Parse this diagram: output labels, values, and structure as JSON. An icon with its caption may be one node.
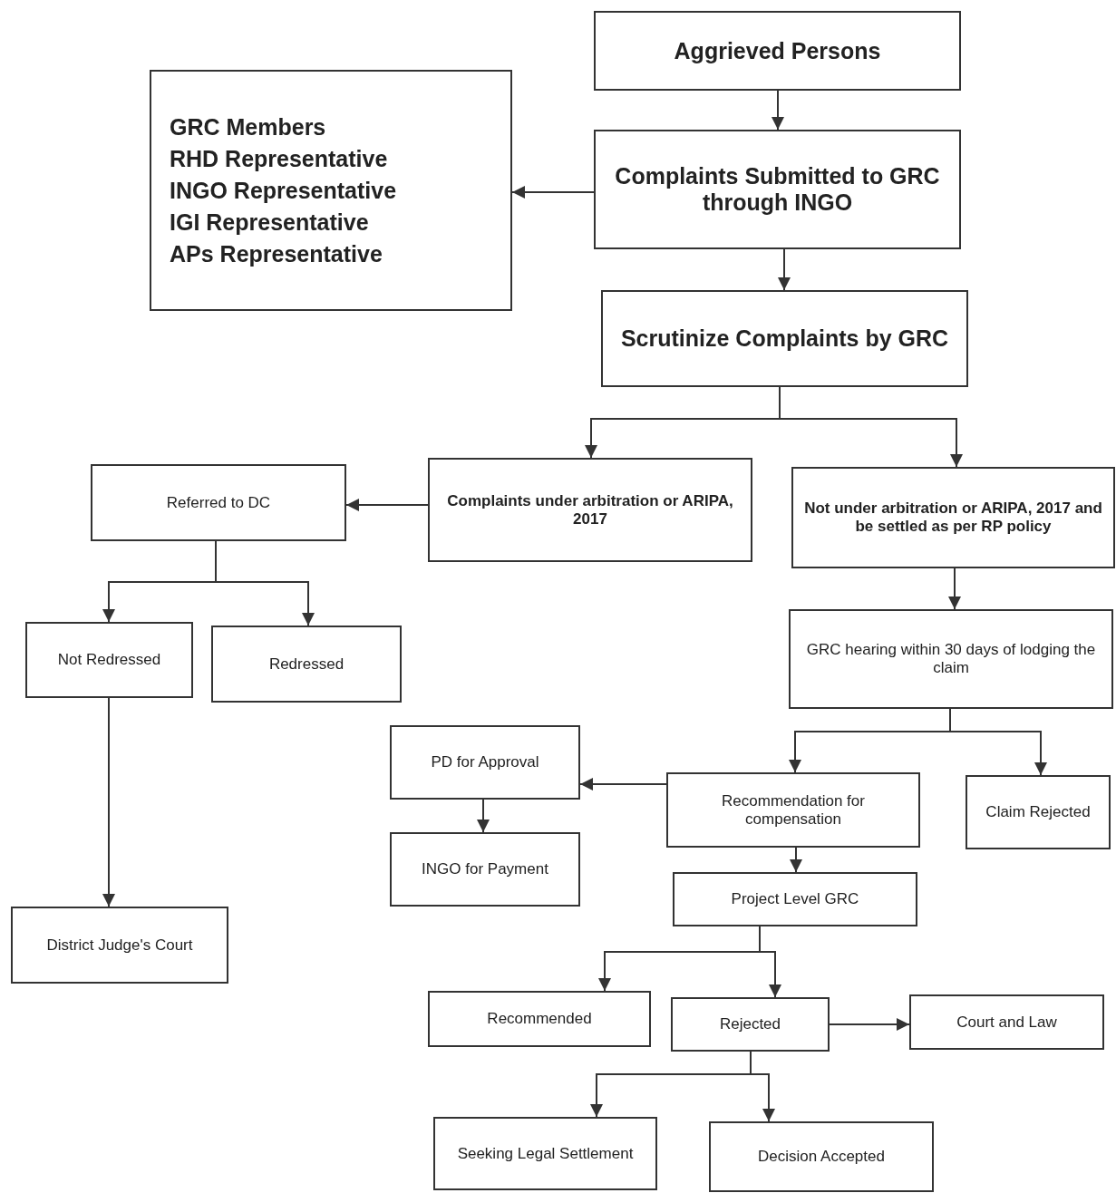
{
  "diagram": {
    "nodes": [
      {
        "text": [
          "Aggrieved Persons"
        ]
      },
      {
        "text": [
          "Complaints Submitted to GRC through INGO"
        ]
      },
      {
        "text": [
          "GRC Members",
          "RHD Representative",
          "INGO Representative",
          "IGI Representative",
          "APs Representative"
        ]
      },
      {
        "text": [
          "Scrutinize Complaints by GRC"
        ]
      },
      {
        "text": [
          "Complaints under arbitration or ARIPA, 2017"
        ]
      },
      {
        "text": [
          "Not under arbitration or ARIPA, 2017 and be settled as per RP policy"
        ]
      },
      {
        "text": [
          "Referred to DC"
        ]
      },
      {
        "text": [
          "Not Redressed"
        ]
      },
      {
        "text": [
          "Redressed"
        ]
      },
      {
        "text": [
          "GRC hearing within 30 days of lodging the claim"
        ]
      },
      {
        "text": [
          "PD for Approval"
        ]
      },
      {
        "text": [
          "Recommendation for compensation"
        ]
      },
      {
        "text": [
          "Claim Rejected"
        ]
      },
      {
        "text": [
          "INGO for Payment"
        ]
      },
      {
        "text": [
          "Project Level GRC"
        ]
      },
      {
        "text": [
          "District Judge's Court"
        ]
      },
      {
        "text": [
          "Recommended"
        ]
      },
      {
        "text": [
          "Rejected"
        ]
      },
      {
        "text": [
          "Court and Law"
        ]
      },
      {
        "text": [
          "Seeking Legal Settlement"
        ]
      },
      {
        "text": [
          "Decision Accepted"
        ]
      }
    ],
    "edges": [
      {
        "from": 0,
        "to": 1,
        "arrow": "to"
      },
      {
        "from": 1,
        "to": 2,
        "arrow": "to"
      },
      {
        "from": 1,
        "to": 3,
        "arrow": "to"
      },
      {
        "from": 3,
        "to": 4,
        "arrow": "to"
      },
      {
        "from": 3,
        "to": 5,
        "arrow": "to"
      },
      {
        "from": 4,
        "to": 6,
        "arrow": "to"
      },
      {
        "from": 6,
        "to": 7,
        "arrow": "to"
      },
      {
        "from": 6,
        "to": 8,
        "arrow": "to"
      },
      {
        "from": 5,
        "to": 9,
        "arrow": "to"
      },
      {
        "from": 9,
        "to": 11,
        "arrow": "to"
      },
      {
        "from": 9,
        "to": 12,
        "arrow": "to"
      },
      {
        "from": 11,
        "to": 10,
        "arrow": "to"
      },
      {
        "from": 10,
        "to": 13,
        "arrow": "to"
      },
      {
        "from": 11,
        "to": 14,
        "arrow": "to"
      },
      {
        "from": 7,
        "to": 15,
        "arrow": "to"
      },
      {
        "from": 14,
        "to": 16,
        "arrow": "to"
      },
      {
        "from": 14,
        "to": 17,
        "arrow": "to"
      },
      {
        "from": 17,
        "to": 18,
        "arrow": "to"
      },
      {
        "from": 17,
        "to": 19,
        "arrow": "to"
      },
      {
        "from": 17,
        "to": 20,
        "arrow": "to"
      }
    ]
  }
}
